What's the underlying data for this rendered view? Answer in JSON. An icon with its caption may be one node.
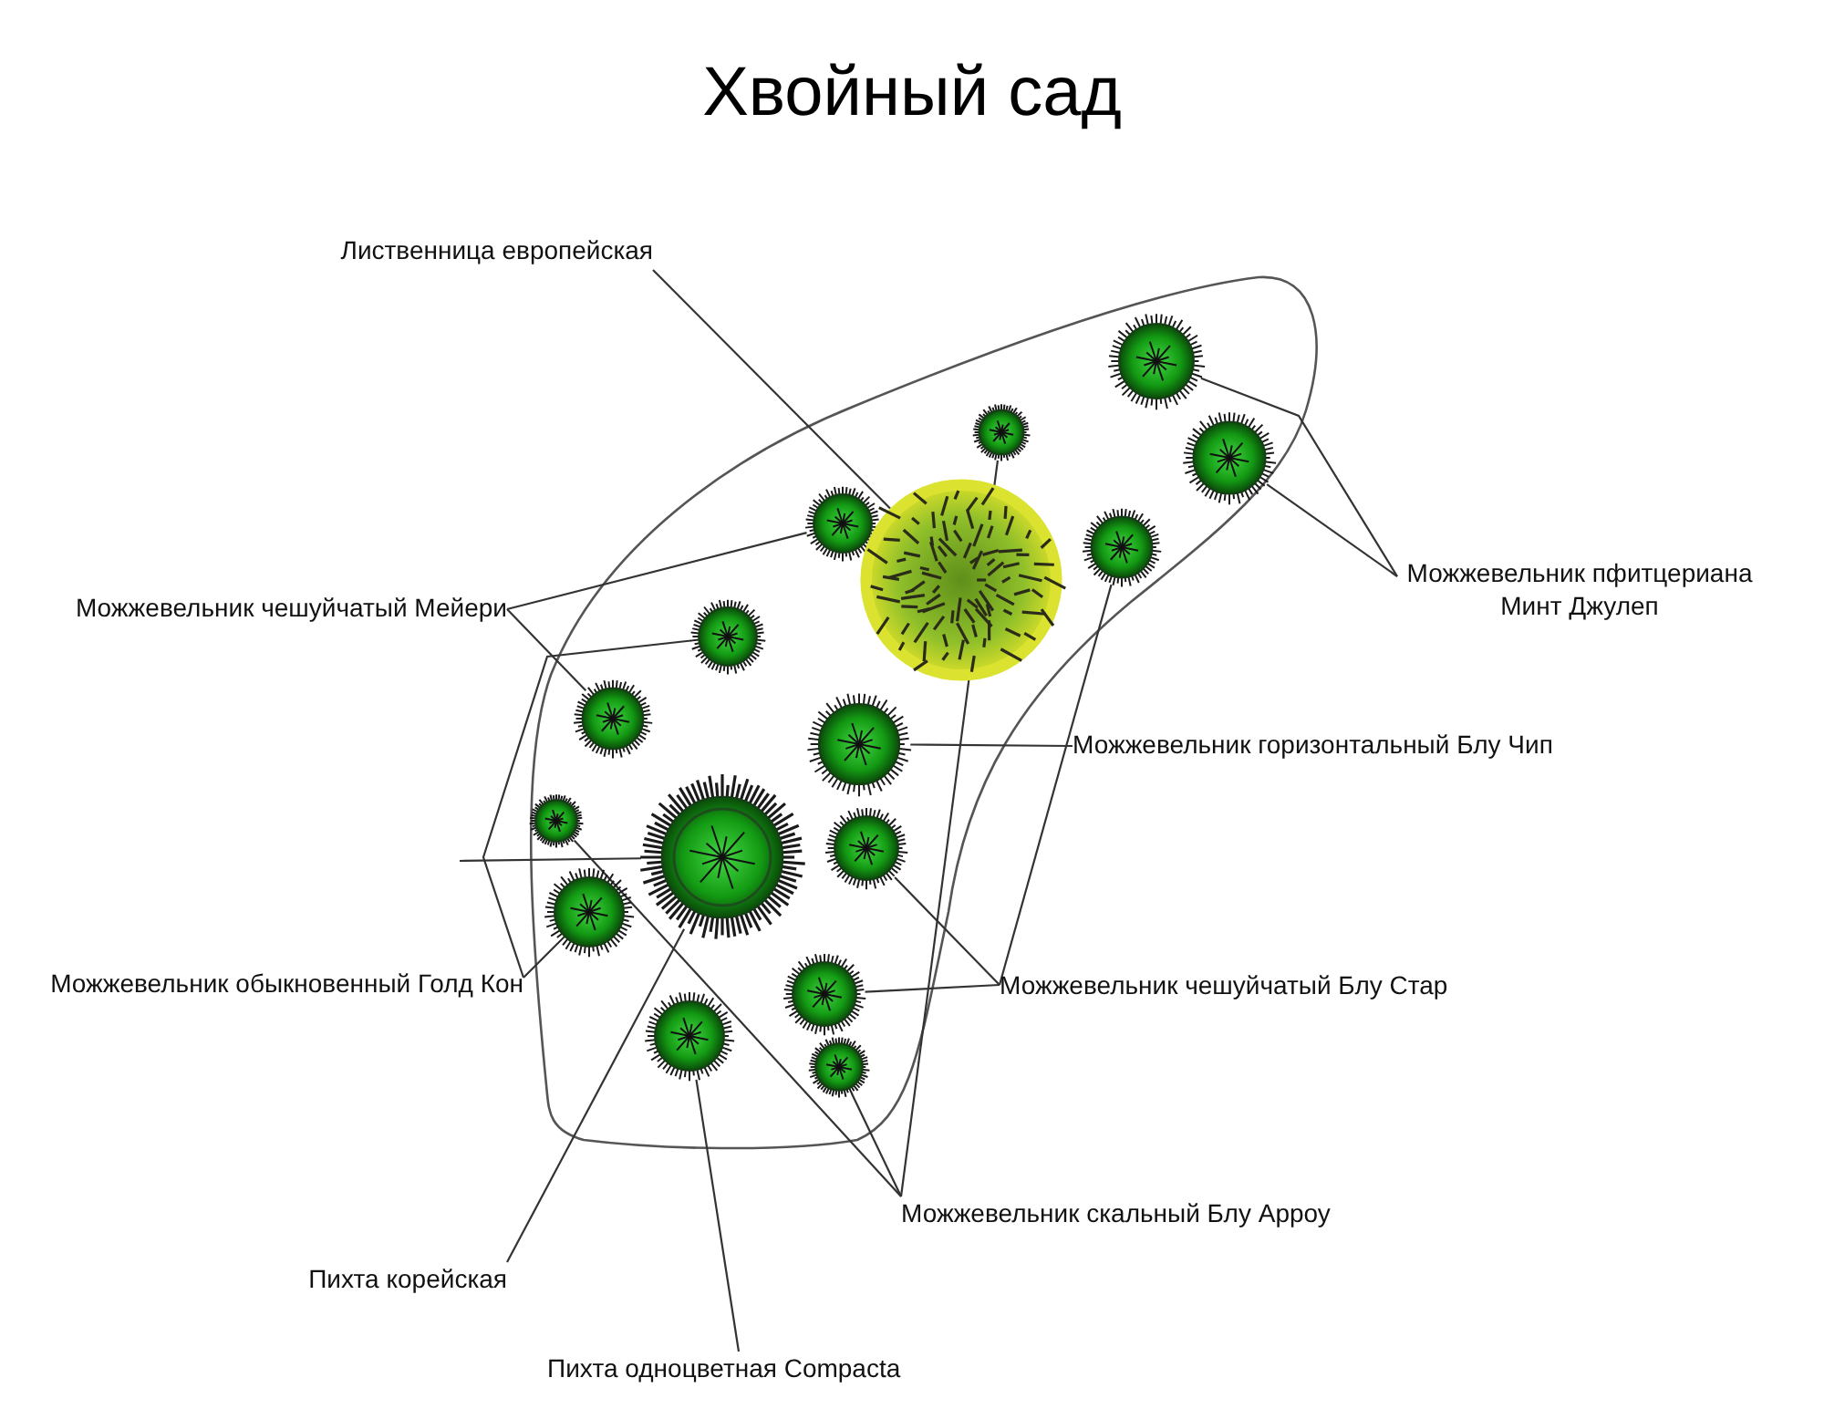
{
  "diagram": {
    "title": "Хвойный сад",
    "nodes": [
      {
        "text": [
          "Лиственница европейская"
        ]
      },
      {
        "text": [
          "Можжевельник чешуйчатый Мейери"
        ]
      },
      {
        "text": [
          "Можжевельник пфитцериана Минт Джулеп"
        ]
      },
      {
        "text": [
          "Можжевельник горизонтальный Блу Чип"
        ]
      },
      {
        "text": [
          "Можжевельник обыкновенный Голд Кон"
        ]
      },
      {
        "text": [
          "Можжевельник чешуйчатый Блу Стар"
        ]
      },
      {
        "text": [
          "Можжевельник скальный Блу Арроу"
        ]
      },
      {
        "text": [
          "Пихта корейская"
        ]
      },
      {
        "text": [
          "Пихта одноцветная Compacta"
        ]
      },
      {
        "text": [],
        "shape": "picture"
      },
      {
        "text": [],
        "shape": "picture"
      },
      {
        "text": [],
        "shape": "picture"
      },
      {
        "text": [],
        "shape": "picture"
      },
      {
        "text": [],
        "shape": "picture"
      },
      {
        "text": [],
        "shape": "picture"
      },
      {
        "text": [],
        "shape": "picture"
      },
      {
        "text": [],
        "shape": "picture"
      },
      {
        "text": [],
        "shape": "picture"
      },
      {
        "text": [],
        "shape": "picture"
      },
      {
        "text": [],
        "shape": "picture"
      },
      {
        "text": [],
        "shape": "picture"
      },
      {
        "text": [],
        "shape": "picture"
      },
      {
        "text": [],
        "shape": "picture"
      },
      {
        "text": [],
        "shape": "picture"
      },
      {
        "text": [],
        "shape": "picture"
      }
    ],
    "edges": [
      {
        "from": 0,
        "to": 14,
        "arrow": "none"
      },
      {
        "from": 1,
        "to": 12,
        "arrow": "none"
      },
      {
        "from": 1,
        "to": 16,
        "arrow": "none"
      },
      {
        "from": 2,
        "to": 9,
        "arrow": "none"
      },
      {
        "from": 2,
        "to": 11,
        "arrow": "none"
      },
      {
        "from": 3,
        "to": 17,
        "arrow": "none"
      },
      {
        "from": 4,
        "to": 21,
        "arrow": "none"
      },
      {
        "from": 4,
        "to": 15,
        "arrow": "none"
      },
      {
        "from": 5,
        "to": 13,
        "arrow": "none"
      },
      {
        "from": 5,
        "to": 19,
        "arrow": "none"
      },
      {
        "from": 5,
        "to": 22,
        "arrow": "none"
      },
      {
        "from": 6,
        "to": 18,
        "arrow": "none"
      },
      {
        "from": 6,
        "to": 10,
        "arrow": "none"
      },
      {
        "from": 6,
        "to": 24,
        "arrow": "none"
      },
      {
        "from": 7,
        "to": 20,
        "arrow": "none"
      },
      {
        "from": 8,
        "to": 23,
        "arrow": "none"
      },
      {
        "from": null,
        "to": 20,
        "arrow": "none"
      }
    ]
  }
}
